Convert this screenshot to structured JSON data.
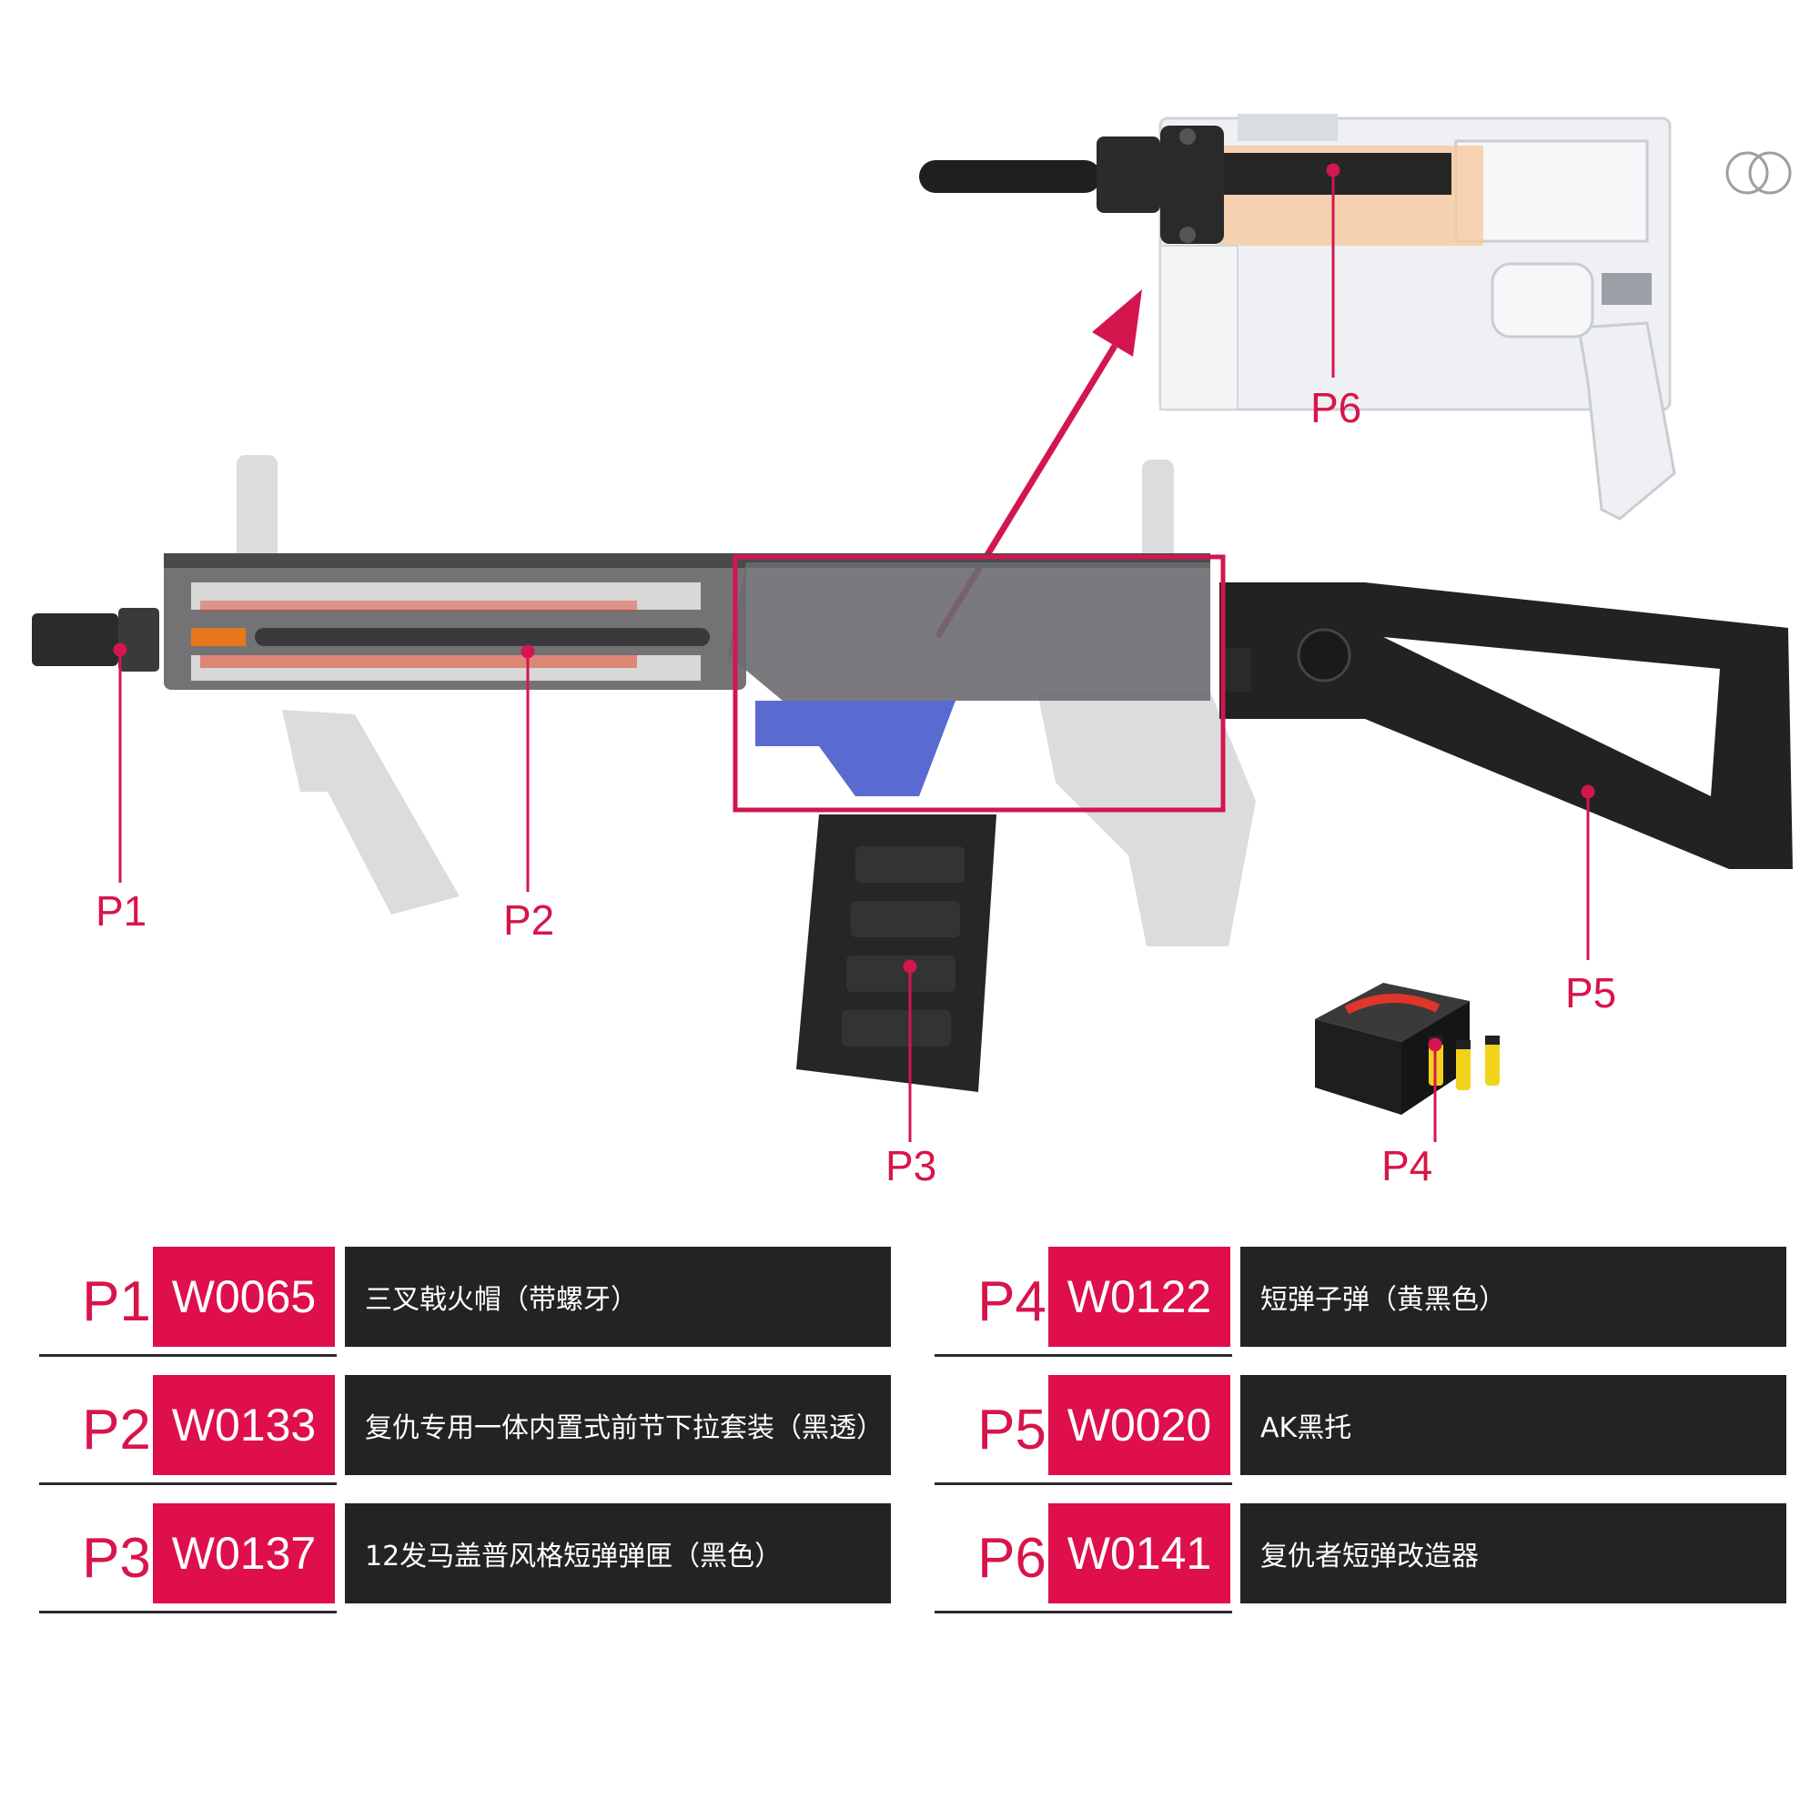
{
  "callouts": {
    "p1": "P1",
    "p2": "P2",
    "p3": "P3",
    "p4": "P4",
    "p5": "P5",
    "p6": "P6"
  },
  "parts": [
    {
      "label": "P1",
      "code": "W0065",
      "desc": "三叉戟火帽（带螺牙）"
    },
    {
      "label": "P2",
      "code": "W0133",
      "desc": "复仇专用一体内置式前节下拉套装（黑透）"
    },
    {
      "label": "P3",
      "code": "W0137",
      "desc": "12发马盖普风格短弹弹匣（黑色）"
    },
    {
      "label": "P4",
      "code": "W0122",
      "desc": "短弹子弹（黄黑色）"
    },
    {
      "label": "P5",
      "code": "W0020",
      "desc": "AK黑托"
    },
    {
      "label": "P6",
      "code": "W0141",
      "desc": "复仇者短弹改造器"
    }
  ],
  "colors": {
    "accent": "#de0f4b",
    "label_text": "#d8154a",
    "desc_bg": "#232323",
    "frame": "#d4164e"
  }
}
